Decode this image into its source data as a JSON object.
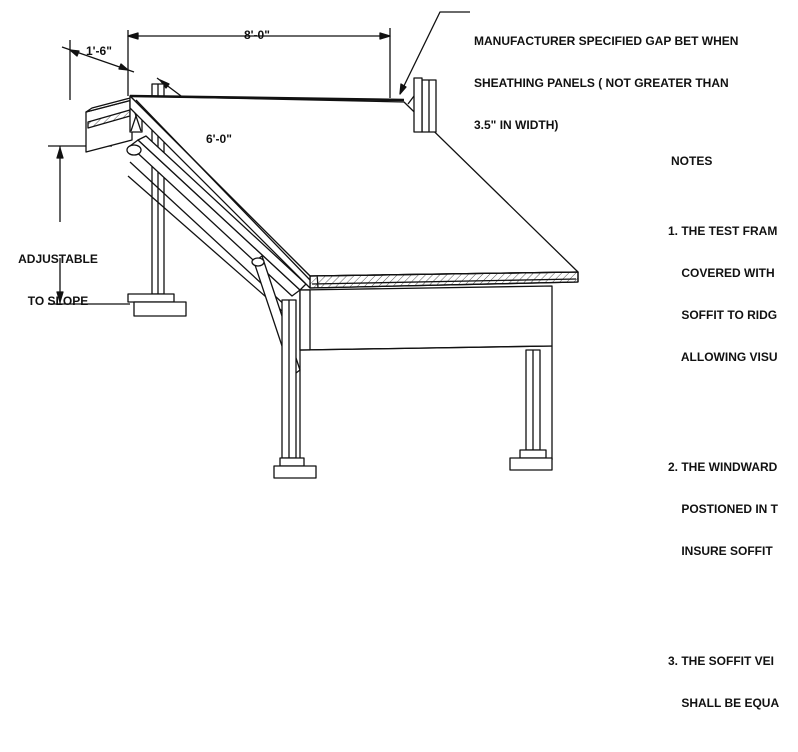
{
  "dimensions": {
    "width_8ft": "8'-0\"",
    "overhang": "1'-6\"",
    "depth_6ft": "6'-0\""
  },
  "callout": {
    "lines": [
      "MANUFACTURER SPECIFIED GAP BET WHEN",
      "SHEATHING PANELS ( NOT GREATER THAN",
      "3.5\" IN WIDTH)"
    ]
  },
  "adjustable": {
    "lines": [
      "ADJUSTABLE",
      "TO SLOPE"
    ]
  },
  "notes": {
    "title": "NOTES",
    "items": [
      [
        "1. THE TEST FRAM",
        "    COVERED WITH",
        "    SOFFIT TO RIDG",
        "    ALLOWING VISU"
      ],
      [
        "2. THE WINDWARD",
        "    POSTIONED IN T",
        "    INSURE SOFFIT"
      ],
      [
        "3. THE SOFFIT VEI",
        "    SHALL BE EQUA"
      ]
    ]
  },
  "colors": {
    "line": "#111111",
    "paper": "#ffffff",
    "hatch": "#555555"
  }
}
